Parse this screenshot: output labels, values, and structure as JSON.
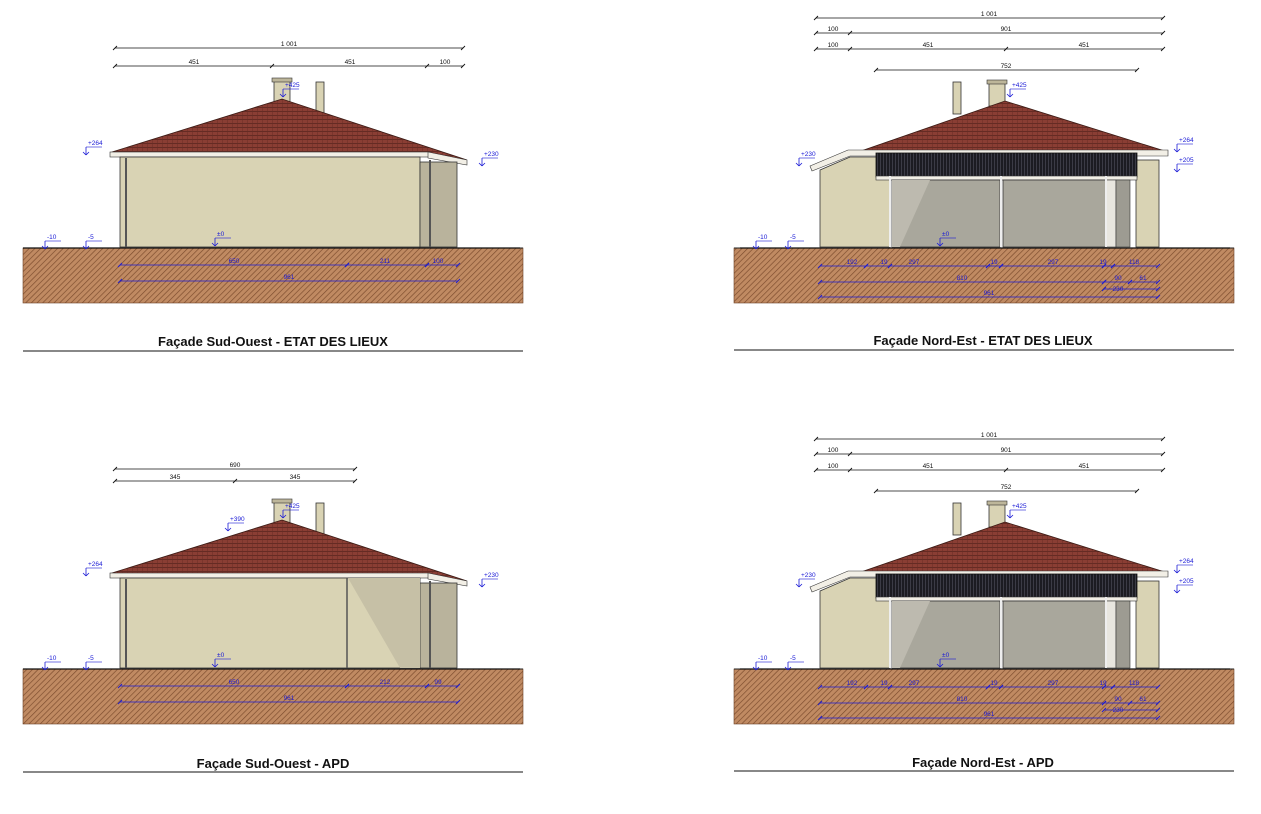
{
  "colors": {
    "roof": "#8a3e34",
    "wall": "#d9d3b4",
    "ground": "#b07a52",
    "dim_blue": "#1a1ad6",
    "dark_shade": "#1c1c22"
  },
  "panels": [
    {
      "title": "Façade Sud-Ouest - ETAT DES LIEUX",
      "top_dims": [
        "1 001",
        "451",
        "451",
        "100"
      ],
      "levels": [
        "+425",
        "+264",
        "+230",
        "-10",
        "-5",
        "±0"
      ],
      "bottom_dims": [
        "650",
        "211",
        "100",
        "961"
      ]
    },
    {
      "title": "Façade Nord-Est - ETAT DES LIEUX",
      "top_dims": [
        "1 001",
        "100",
        "901",
        "100",
        "451",
        "451",
        "752"
      ],
      "levels": [
        "+425",
        "+230",
        "+264",
        "+205",
        "-10",
        "-5",
        "±0"
      ],
      "bottom_dims": [
        "192",
        "19",
        "297",
        "19",
        "297",
        "19",
        "118",
        "810",
        "90",
        "61",
        "230",
        "961"
      ]
    },
    {
      "title": "Façade Sud-Ouest - APD",
      "top_dims": [
        "690",
        "345",
        "345"
      ],
      "levels": [
        "+425",
        "+390",
        "+264",
        "+230",
        "-10",
        "-5",
        "±0"
      ],
      "bottom_dims": [
        "650",
        "212",
        "99",
        "961"
      ]
    },
    {
      "title": "Façade Nord-Est - APD",
      "top_dims": [
        "1 001",
        "100",
        "901",
        "100",
        "451",
        "451",
        "752"
      ],
      "levels": [
        "+425",
        "+230",
        "+264",
        "+205",
        "-10",
        "-5",
        "±0"
      ],
      "bottom_dims": [
        "192",
        "19",
        "297",
        "19",
        "297",
        "19",
        "118",
        "810",
        "90",
        "61",
        "230",
        "961"
      ]
    }
  ]
}
